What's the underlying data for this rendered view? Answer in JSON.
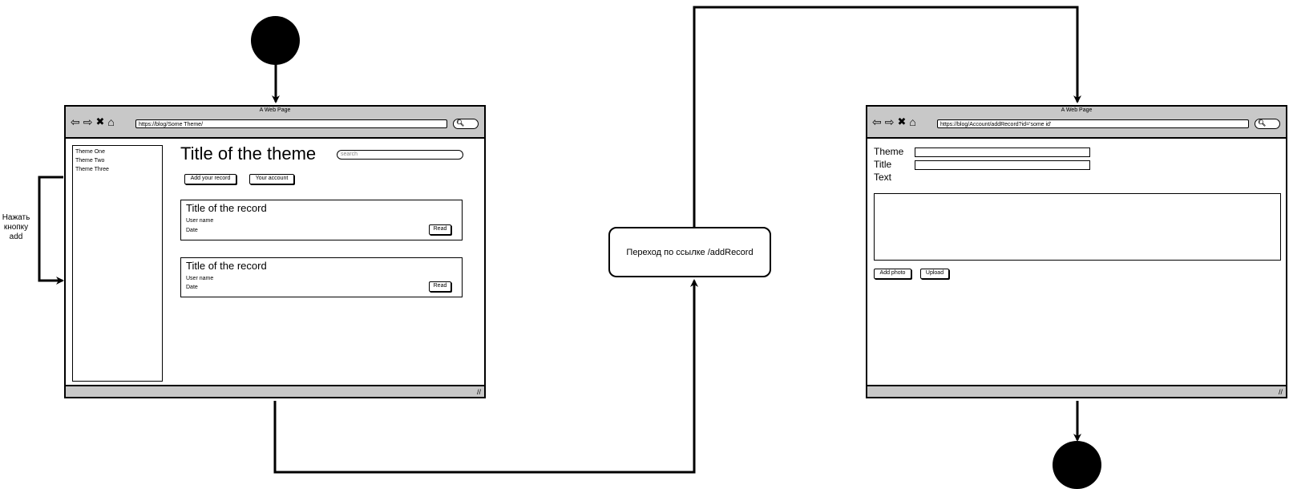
{
  "left_window": {
    "title": "A Web Page",
    "url": "https://blog/Some Theme/",
    "sidebar_items": [
      "Theme One",
      "Theme Two",
      "Theme Three"
    ],
    "page_title": "Title of the theme",
    "search_placeholder": "search",
    "add_record_button": "Add your record",
    "account_button": "Your account",
    "records": [
      {
        "title": "Title of the record",
        "user": "User name",
        "date": "Date",
        "button": "Read"
      },
      {
        "title": "Title of the record",
        "user": "User name",
        "date": "Date",
        "button": "Read"
      }
    ]
  },
  "right_window": {
    "title": "A Web Page",
    "url": "https://blog/Account/addRecord?id='some id'",
    "theme_label": "Theme",
    "title_label": "Title",
    "text_label": "Text",
    "add_photo_button": "Add photo",
    "upload_button": "Upload"
  },
  "transition_label": "Переход по ссылке /addRecord",
  "side_note": "Нажать кнопку add",
  "icons": {
    "back": "back-arrow-icon",
    "forward": "forward-arrow-icon",
    "stop": "close-icon",
    "home": "home-icon",
    "search": "search-icon",
    "resize": "resize-grip-icon"
  }
}
